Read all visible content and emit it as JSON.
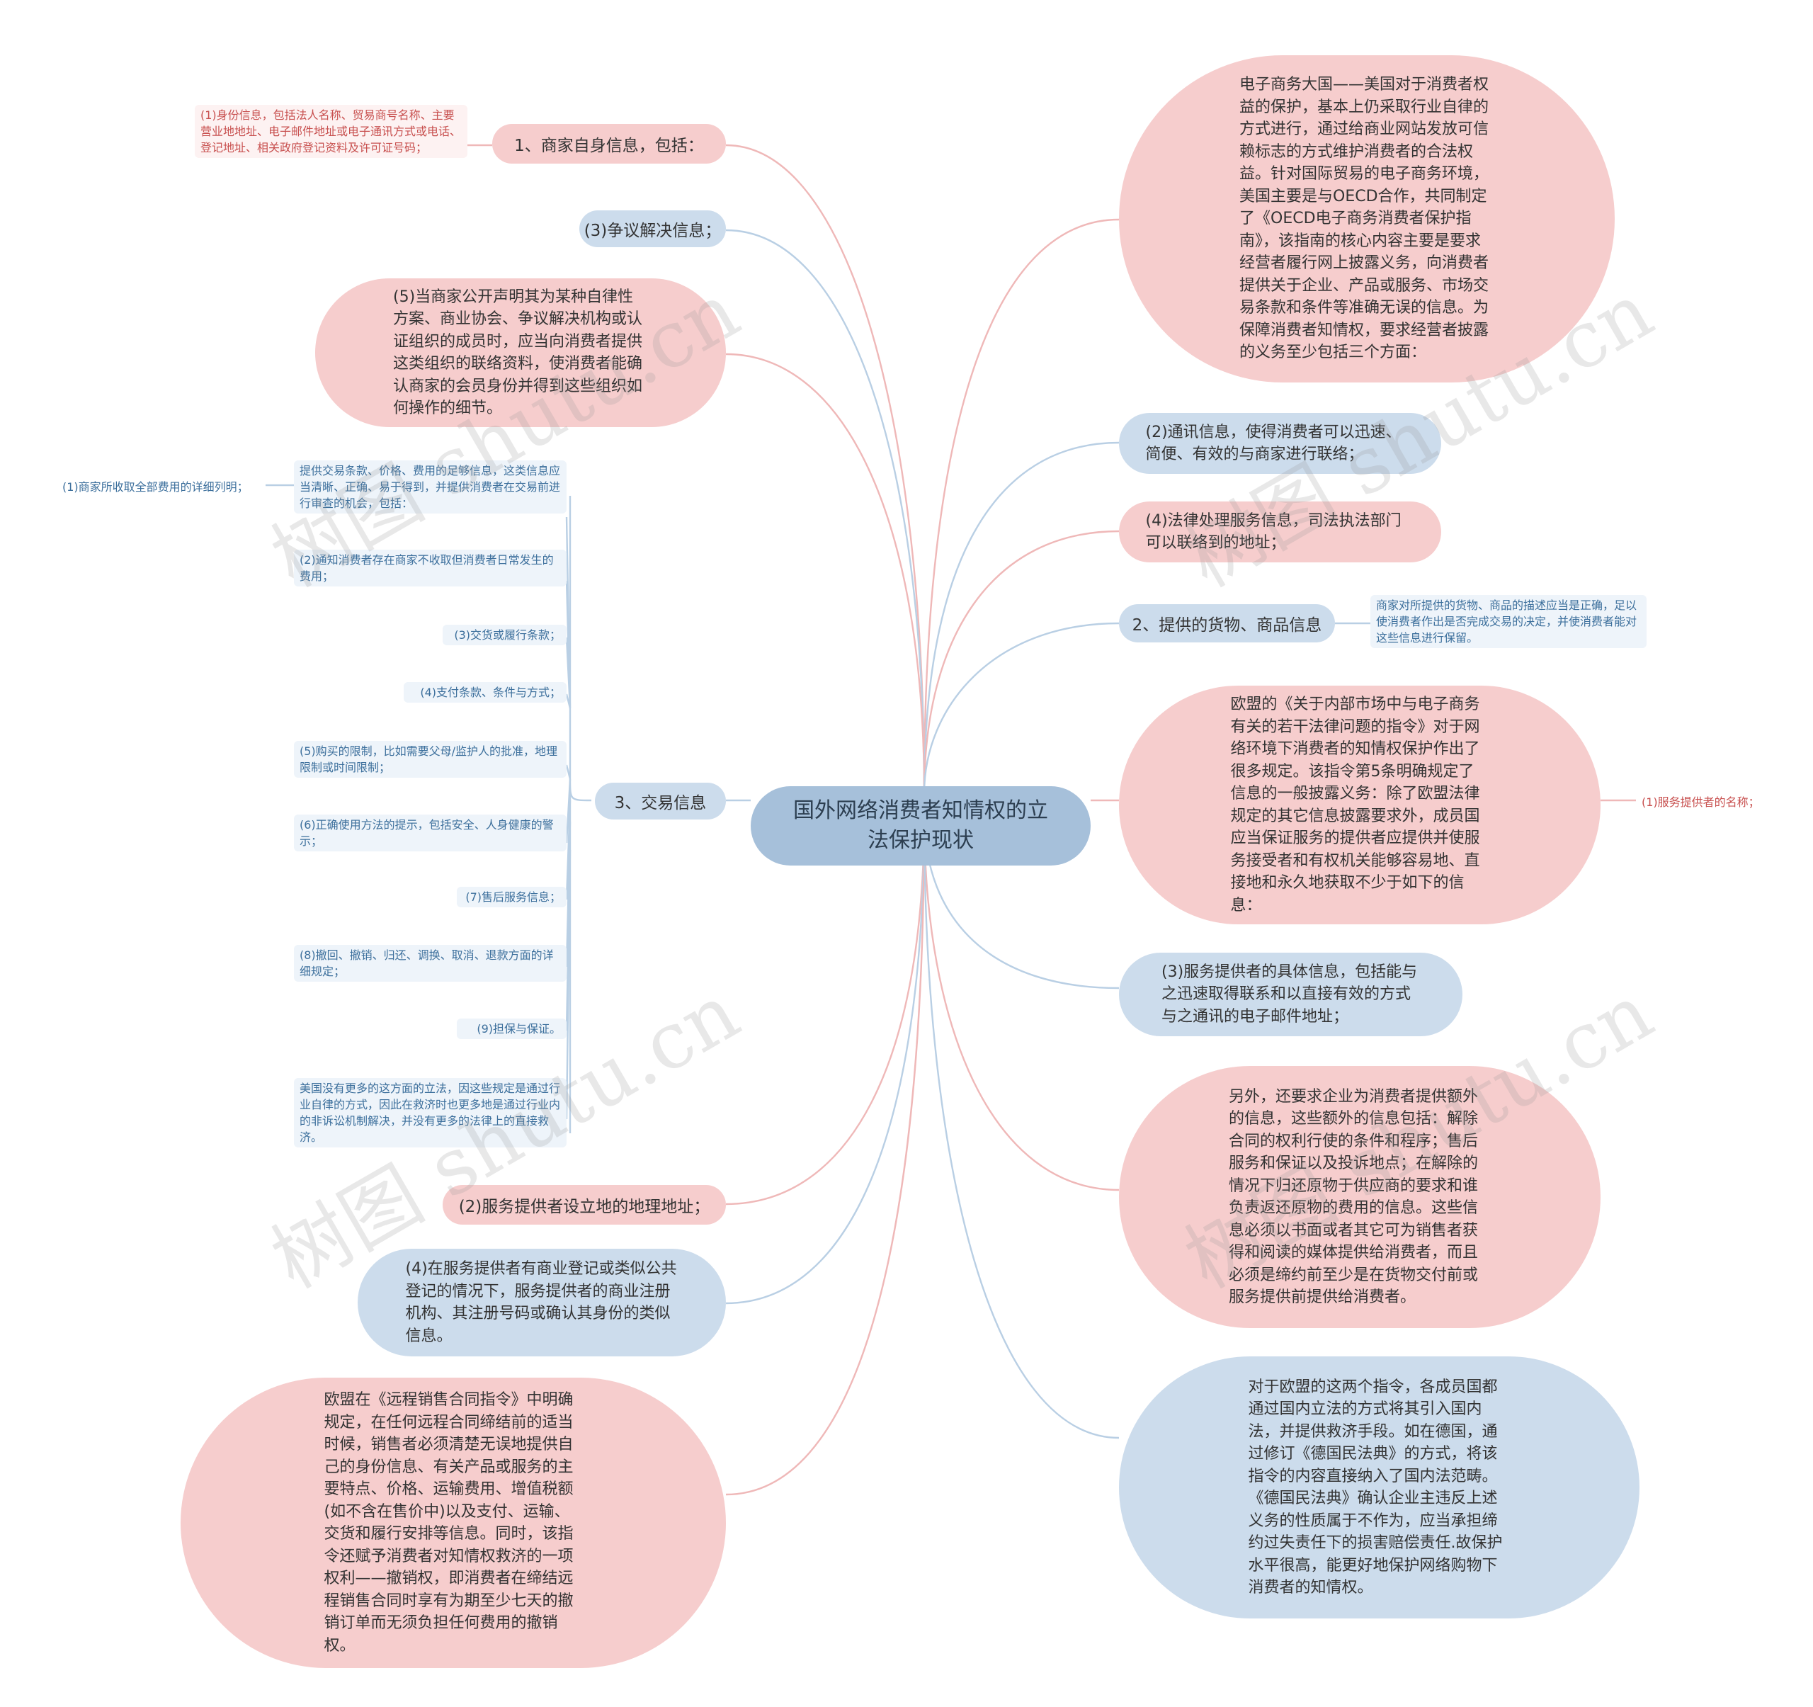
{
  "center": {
    "title": "国外网络消费者知情权的立法保护现状"
  },
  "left": {
    "merchant_info": "1、商家自身信息，包括：",
    "merchant_detail": "(1)身份信息，包括法人名称、贸易商号名称、主要营业地地址、电子邮件地址或电子通讯方式或电话、登记地址、相关政府登记资料及许可证号码；",
    "dispute": "(3)争议解决信息；",
    "self_regulation": "(5)当商家公开声明其为某种自律性方案、商业协会、争议解决机构或认证组织的成员时，应当向消费者提供这类组织的联络资料，使消费者能确认商家的会员身份并得到这些组织如何操作的细节。",
    "transaction": "3、交易信息",
    "transaction_intro": "提供交易条款、价格、费用的足够信息，这类信息应当清晰、正确、易于得到，并提供消费者在交易前进行审查的机会，包括：",
    "fees_detail": "(1)商家所收取全部费用的详细列明；",
    "tx_items": [
      "(2)通知消费者存在商家不收取但消费者日常发生的费用；",
      "(3)交货或履行条款；",
      "(4)支付条款、条件与方式；",
      "(5)购买的限制，比如需要父母/监护人的批准，地理限制或时间限制；",
      "(6)正确使用方法的提示，包括安全、人身健康的警示；",
      "(7)售后服务信息；",
      "(8)撤回、撤销、归还、调换、取消、退款方面的详细规定；",
      "(9)担保与保证。",
      "美国没有更多的这方面的立法，因这些规定是通过行业自律的方式，因此在救济时也更多地是通过行业内的非诉讼机制解决，并没有更多的法律上的直接救济。"
    ],
    "provider_address": "(2)服务提供者设立地的地理地址；",
    "provider_register": "(4)在服务提供者有商业登记或类似公共登记的情况下，服务提供者的商业注册机构、其注册号码或确认其身份的类似信息。",
    "distance_selling": "欧盟在《远程销售合同指令》中明确规定，在任何远程合同缔结前的适当时候，销售者必须清楚无误地提供自己的身份信息、有关产品或服务的主要特点、价格、运输费用、增值税额(如不含在售价中)以及支付、运输、交货和履行安排等信息。同时，该指令还赋予消费者对知情权救济的一项权利——撤销权，即消费者在缔结远程销售合同时享有为期至少七天的撤销订单而无须负担任何费用的撤销权。"
  },
  "right": {
    "usa": "电子商务大国——美国对于消费者权益的保护，基本上仍采取行业自律的方式进行，通过给商业网站发放可信赖标志的方式维护消费者的合法权益。针对国际贸易的电子商务环境，美国主要是与OECD合作，共同制定了《OECD电子商务消费者保护指南》，该指南的核心内容主要是要求经营者履行网上披露义务，向消费者提供关于企业、产品或服务、市场交易条款和条件等准确无误的信息。为保障消费者知情权，要求经营者披露的义务至少包括三个方面：",
    "communication": "(2)通讯信息，使得消费者可以迅速、简便、有效的与商家进行联络；",
    "legal_service": "(4)法律处理服务信息，司法执法部门可以联络到的地址；",
    "goods": "2、提供的货物、商品信息",
    "goods_detail": "商家对所提供的货物、商品的描述应当是正确，足以使消费者作出是否完成交易的决定，并使消费者能对这些信息进行保留。",
    "eu_ecommerce": "欧盟的《关于内部市场中与电子商务有关的若干法律问题的指令》对于网络环境下消费者的知情权保护作出了很多规定。该指令第5条明确规定了信息的一般披露义务：除了欧盟法律规定的其它信息披露要求外，成员国应当保证服务的提供者应提供并使服务接受者和有权机关能够容易地、直接地和永久地获取不少于如下的信息：",
    "provider_name": "(1)服务提供者的名称；",
    "provider_contact": "(3)服务提供者的具体信息，包括能与之迅速取得联系和以直接有效的方式与之通讯的电子邮件地址；",
    "extra_info": "另外，还要求企业为消费者提供额外的信息，这些额外的信息包括：解除合同的权利行使的条件和程序；售后服务和保证以及投诉地点；在解除的情况下归还原物于供应商的要求和谁负责返还原物的费用的信息。这些信息必须以书面或者其它可为销售者获得和阅读的媒体提供给消费者，而且必须是缔约前至少是在货物交付前或服务提供前提供给消费者。",
    "germany": "对于欧盟的这两个指令，各成员国都通过国内立法的方式将其引入国内法，并提供救济手段。如在德国，通过修订《德国民法典》的方式，将该指令的内容直接纳入了国内法范畴。《德国民法典》确认企业主违反上述义务的性质属于不作为，应当承担缔约过失责任下的损害赔偿责任.故保护水平很高，能更好地保护网络购物下消费者的知情权。"
  },
  "watermark": "树图 shutu.cn",
  "colors": {
    "pink": "#f6cdcd",
    "blue": "#ccdcec",
    "center": "#a6c0da",
    "link_pink": "#efb8b8",
    "link_blue": "#b9cfe4"
  }
}
